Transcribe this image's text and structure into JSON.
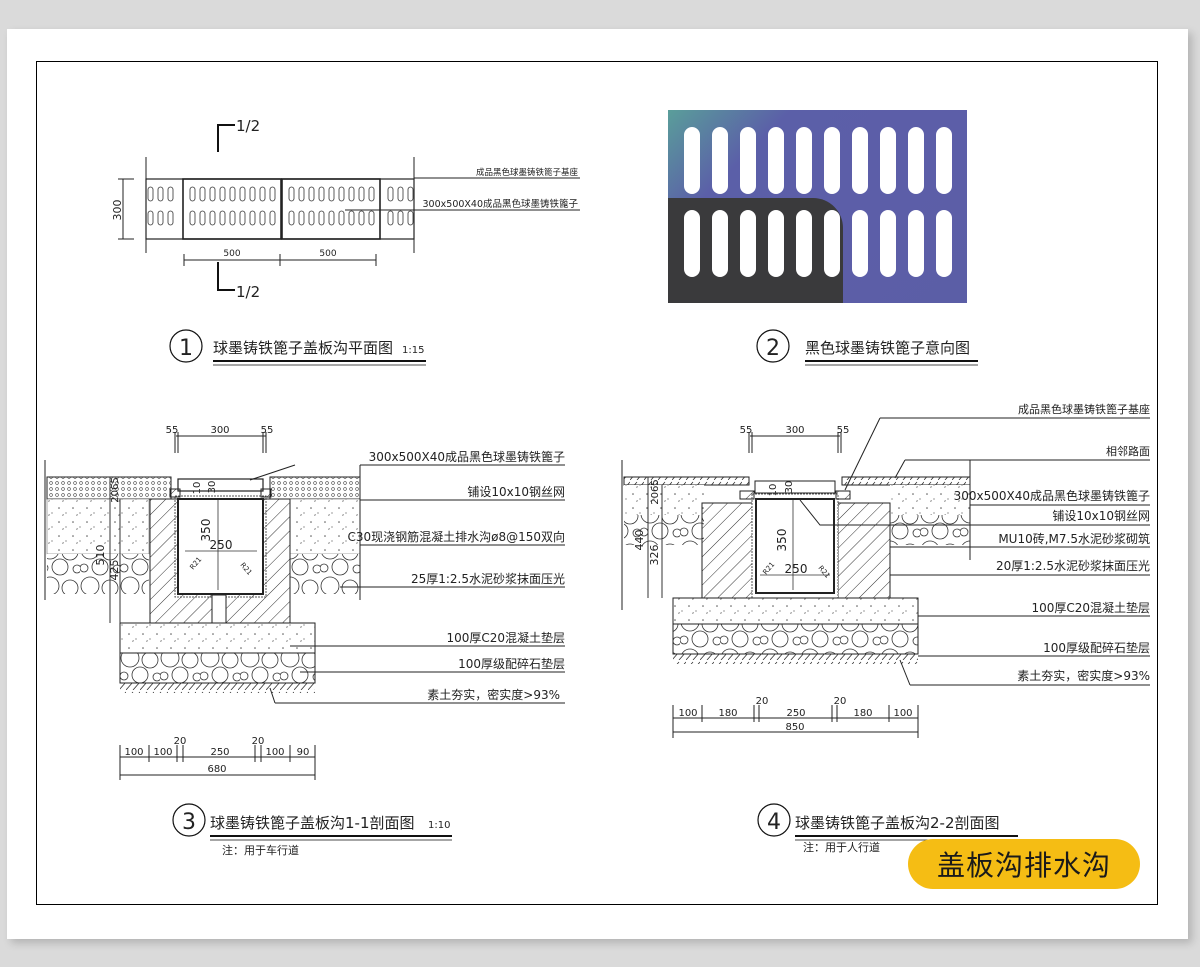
{
  "page": {
    "badge_label": "盖板沟排水沟"
  },
  "figure1": {
    "number": "1",
    "title": "球墨铸铁篦子盖板沟平面图",
    "scale": "1:15",
    "section_mark_top": "1/2",
    "section_mark_bottom": "1/2",
    "dim_height": "300",
    "dim_widths": [
      "500",
      "500"
    ],
    "labels": [
      "成品黑色球墨铸铁篦子基座",
      "300x500X40成品黑色球墨铸铁篦子"
    ]
  },
  "figure2": {
    "number": "2",
    "title": "黑色球墨铸铁篦子意向图",
    "photo_colors": {
      "blue": "#5c5ea8",
      "teal": "#5a9e9a",
      "dark": "#3a3a3c"
    }
  },
  "figure3": {
    "number": "3",
    "title": "球墨铸铁篦子盖板沟1-1剖面图",
    "scale": "1:10",
    "note": "注：用于车行道",
    "top_dims": [
      "55",
      "300",
      "55"
    ],
    "inner_dims": {
      "width": "250",
      "depth": "350",
      "cover": "30",
      "gap": "10",
      "radius": "R21"
    },
    "side_dims": [
      "510",
      "425",
      "2065"
    ],
    "bottom_dims": [
      "100",
      "100",
      "20",
      "250",
      "20",
      "100",
      "90"
    ],
    "bottom_total": "680",
    "labels": [
      "300x500X40成品黑色球墨铸铁篦子",
      "铺设10x10钢丝网",
      "C30现浇钢筋混凝土排水沟ø8@150双向",
      "25厚1:2.5水泥砂浆抹面压光",
      "100厚C20混凝土垫层",
      "100厚级配碎石垫层",
      "素土夯实，密实度>93%"
    ]
  },
  "figure4": {
    "number": "4",
    "title": "球墨铸铁篦子盖板沟2-2剖面图",
    "note": "注：用于人行道",
    "top_dims": [
      "55",
      "300",
      "55"
    ],
    "inner_dims": {
      "width": "250",
      "depth": "350",
      "cover": "30",
      "gap": "10",
      "radius": "R21"
    },
    "side_dims": [
      "440",
      "326",
      "2065"
    ],
    "bottom_dims": [
      "100",
      "180",
      "20",
      "250",
      "20",
      "180",
      "100"
    ],
    "bottom_total": "850",
    "labels": [
      "成品黑色球墨铸铁篦子基座",
      "相邻路面",
      "300x500X40成品黑色球墨铸铁篦子",
      "铺设10x10钢丝网",
      "MU10砖,M7.5水泥砂浆砌筑",
      "20厚1:2.5水泥砂浆抹面压光",
      "100厚C20混凝土垫层",
      "100厚级配碎石垫层",
      "素土夯实，密实度>93%"
    ]
  }
}
